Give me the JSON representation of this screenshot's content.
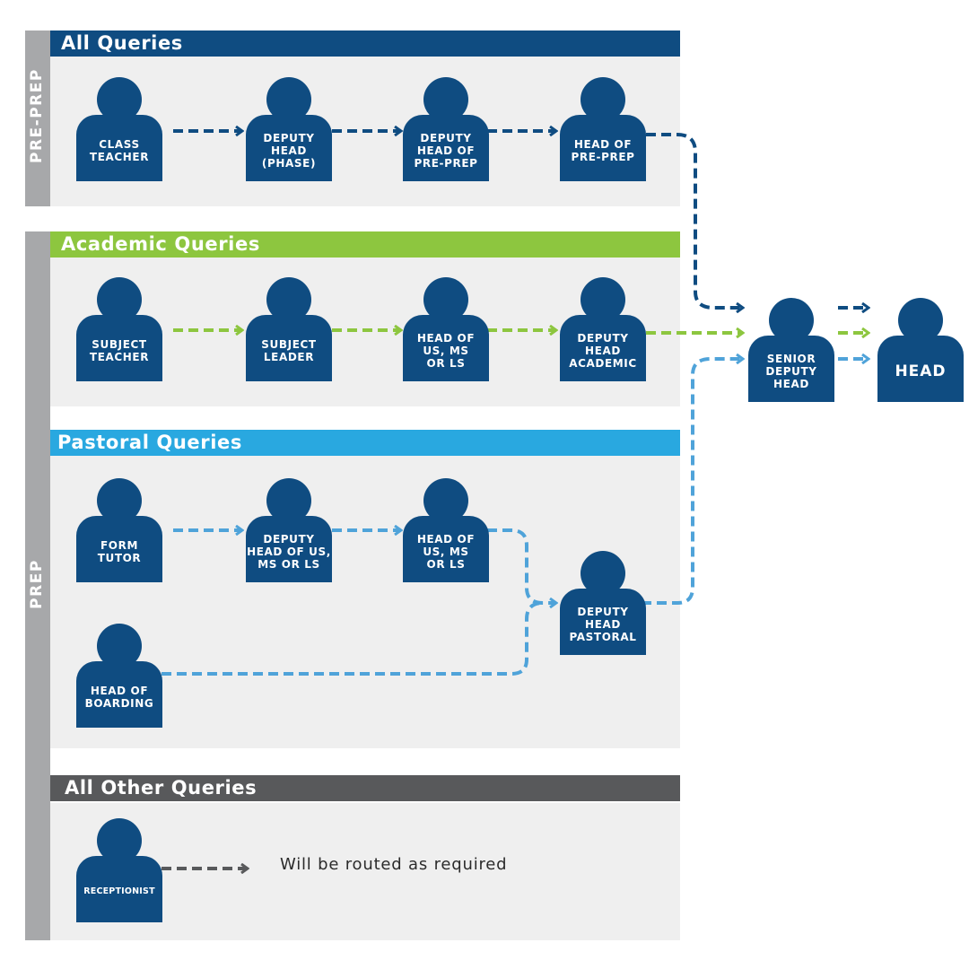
{
  "colors": {
    "navy": "#0f4c81",
    "green": "#8dc63f",
    "sky": "#29a8e0",
    "pastoral_arrow": "#4fa3d9",
    "grey_bar": "#58595b",
    "sidebar": "#a7a8aa",
    "panel": "#efefef"
  },
  "sidebars": {
    "preprep": "PRE-PREP",
    "prep": "PREP"
  },
  "sections": {
    "all": "All Queries",
    "academic": "Academic Queries",
    "pastoral": "Pastoral Queries",
    "other": "All Other Queries"
  },
  "roles": {
    "class_teacher": "CLASS\nTEACHER",
    "deputy_head_phase": "DEPUTY\nHEAD\n(PHASE)",
    "deputy_head_preprep": "DEPUTY\nHEAD OF\nPRE-PREP",
    "head_preprep": "HEAD OF\nPRE-PREP",
    "subject_teacher": "SUBJECT\nTEACHER",
    "subject_leader": "SUBJECT\nLEADER",
    "head_us_ms_ls": "HEAD OF\nUS, MS\nOR LS",
    "deputy_head_academic": "DEPUTY\nHEAD\nACADEMIC",
    "form_tutor": "FORM\nTUTOR",
    "deputy_head_us_ms_ls": "DEPUTY\nHEAD OF US,\nMS OR LS",
    "head_us_ms_ls_pastoral": "HEAD OF\nUS, MS\nOR LS",
    "deputy_head_pastoral": "DEPUTY\nHEAD\nPASTORAL",
    "head_boarding": "HEAD OF\nBOARDING",
    "senior_deputy_head": "SENIOR\nDEPUTY\nHEAD",
    "head": "HEAD",
    "receptionist": "RECEPTIONIST"
  },
  "note": "Will be routed as required"
}
